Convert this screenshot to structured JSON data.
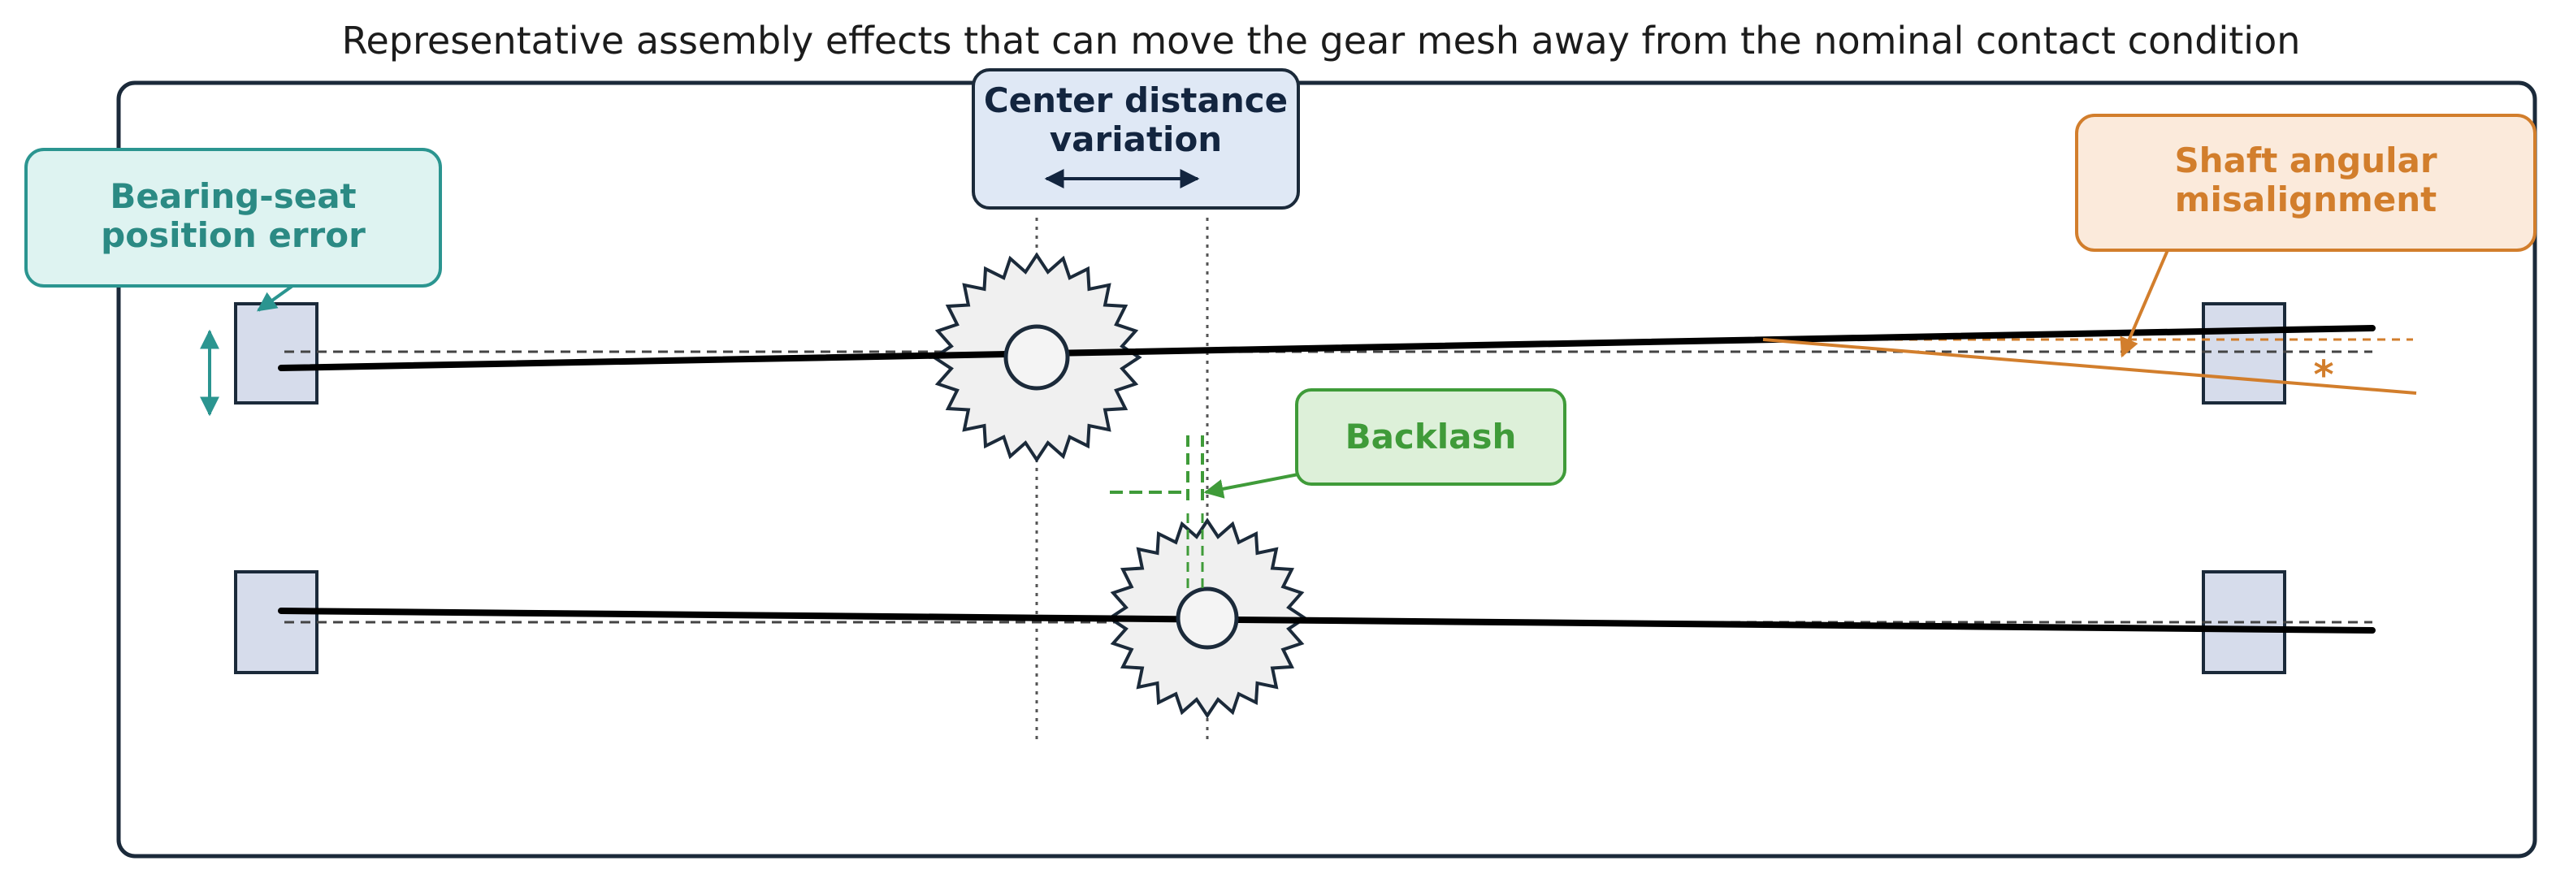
{
  "title": "Representative assembly effects that can move the gear mesh away from the nominal contact condition",
  "callouts": {
    "center_distance": {
      "lines": [
        "Center distance",
        "variation"
      ]
    },
    "bearing_seat": {
      "lines": [
        "Bearing-seat",
        "position error"
      ]
    },
    "backlash": {
      "lines": [
        "Backlash"
      ]
    },
    "shaft_angular": {
      "lines": [
        "Shaft angular",
        "misalignment"
      ]
    }
  },
  "markers": {
    "misalignment_star": "*"
  },
  "colors": {
    "frame": "#1b2a3a",
    "shaft": "#000000",
    "bearing_fill": "#d6dceb",
    "bearing_stroke": "#1b2a3a",
    "gear_fill": "#f0f0f0",
    "gear_stroke": "#1b2a3a",
    "center_distance_fill": "#dfe8f5",
    "center_distance_text": "#13253f",
    "bearing_seat_fill": "#def3f1",
    "bearing_seat_stroke": "#2b9590",
    "bearing_seat_text": "#2b8a84",
    "backlash_fill": "#ddf0d9",
    "backlash_stroke": "#3f9b39",
    "backlash_text": "#3f9b39",
    "misalignment_fill": "#fbeadb",
    "misalignment_stroke": "#d27e2c",
    "misalignment_text": "#d27e2c"
  }
}
